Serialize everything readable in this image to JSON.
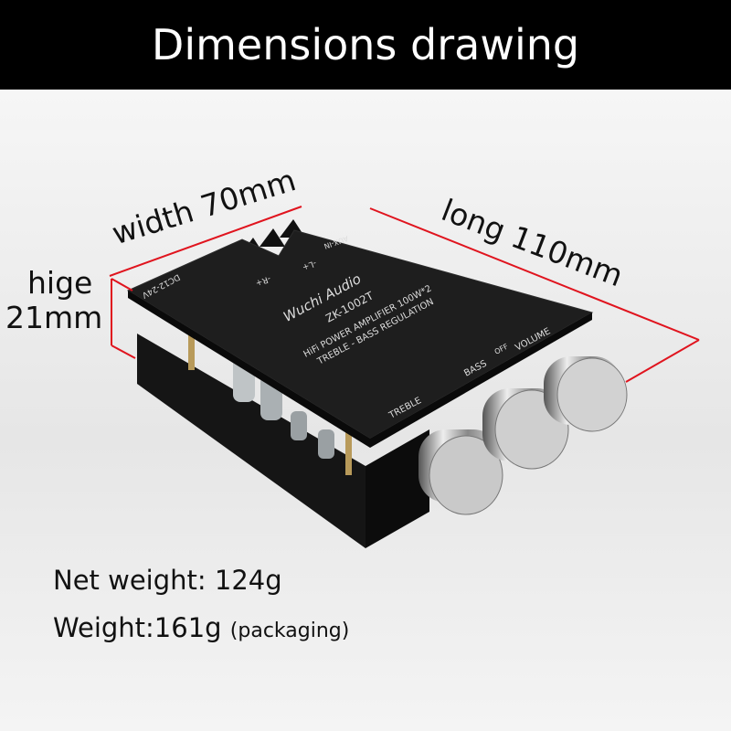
{
  "title": "Dimensions drawing",
  "dimensions": {
    "width": "width 70mm",
    "long": "long 110mm",
    "height_line1": "hige",
    "height_line2": "21mm"
  },
  "board": {
    "brand": "Wuchi Audio",
    "model": "ZK-1002T",
    "line1": "HiFi POWER AMPLIFIER 100W*2",
    "line2": "TREBLE - BASS  REGULATION",
    "power": "DC12-24V",
    "aux": "AUX-IN",
    "right_ch": "-R+",
    "left_ch": "-L+",
    "knob_treble": "TREBLE",
    "knob_bass": "BASS",
    "knob_volume": "VOLUME",
    "volume_off": "OFF"
  },
  "specs": {
    "net_weight": "Net weight: 124g",
    "weight": "Weight:161g",
    "weight_note": "(packaging)"
  },
  "colors": {
    "dimension_line": "#e0141e",
    "banner": "#000000",
    "board": "#1c1c1c"
  }
}
